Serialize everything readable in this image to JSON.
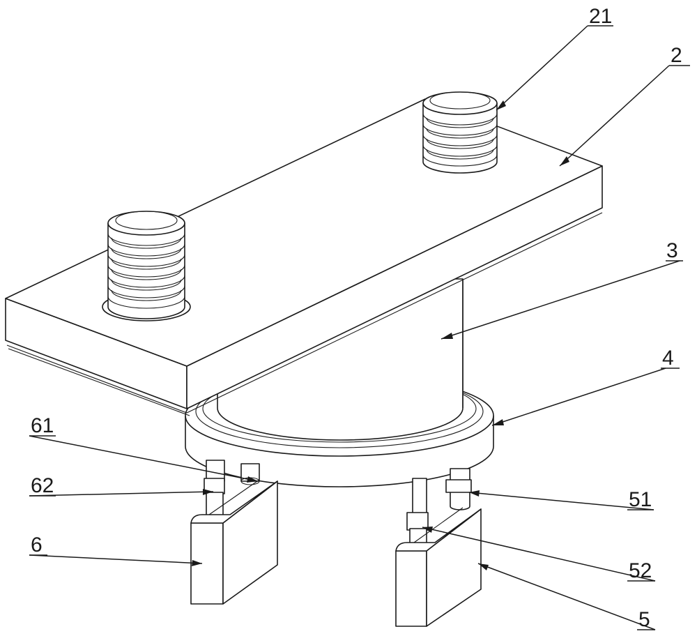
{
  "labels": {
    "l21": "21",
    "l2": "2",
    "l3": "3",
    "l4": "4",
    "l61": "61",
    "l62": "62",
    "l6": "6",
    "l51": "51",
    "l52": "52",
    "l5": "5"
  },
  "colors": {
    "line": "#1a1a1a",
    "background": "#ffffff"
  }
}
